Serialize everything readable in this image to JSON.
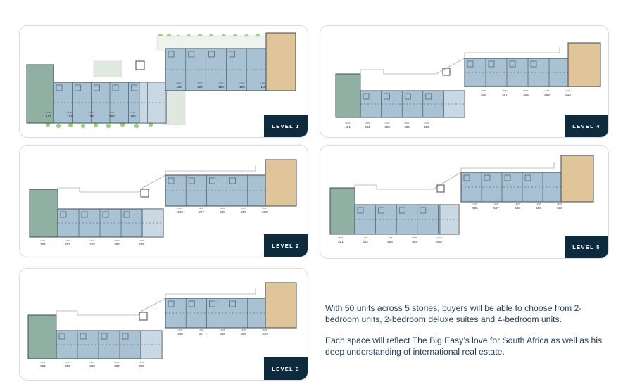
{
  "colors": {
    "badge_bg": "#0e2b3d",
    "blue_unit": "#a8c1d3",
    "green_unit": "#8fb0a3",
    "tan_unit": "#e0c59a",
    "light_unit": "#c9d8e2",
    "wall": "#3c4a55",
    "tree": "#9ccf7f",
    "text": "#1f3a5a"
  },
  "levels": [
    {
      "badge": "LEVEL 1",
      "unit_tag": "UNIT",
      "units": [
        "101",
        "102",
        "103",
        "104",
        "105",
        "106",
        "107",
        "108",
        "109",
        "110"
      ]
    },
    {
      "badge": "LEVEL 4",
      "unit_tag": "UNIT",
      "units": [
        "401",
        "402",
        "403",
        "404",
        "405",
        "406",
        "407",
        "408",
        "409",
        "410"
      ]
    },
    {
      "badge": "LEVEL 2",
      "unit_tag": "UNIT",
      "units": [
        "201",
        "202",
        "203",
        "204",
        "205",
        "206",
        "207",
        "208",
        "209",
        "210"
      ]
    },
    {
      "badge": "LEVEL 5",
      "unit_tag": "UNIT",
      "units": [
        "501",
        "502",
        "503",
        "504",
        "505",
        "506",
        "507",
        "508",
        "509",
        "510"
      ]
    },
    {
      "badge": "LEVEL 3",
      "unit_tag": "UNIT",
      "units": [
        "301",
        "302",
        "303",
        "304",
        "305",
        "306",
        "307",
        "308",
        "309",
        "310"
      ]
    }
  ],
  "description": {
    "paragraph1": "With 50 units across 5 stories, buyers will be able to choose from 2-bedroom units, 2-bedroom deluxe suites and 4-bedroom units.",
    "paragraph2": "Each space will reflect The Big Easy’s love for South Africa as well as his deep understanding of international real estate."
  }
}
